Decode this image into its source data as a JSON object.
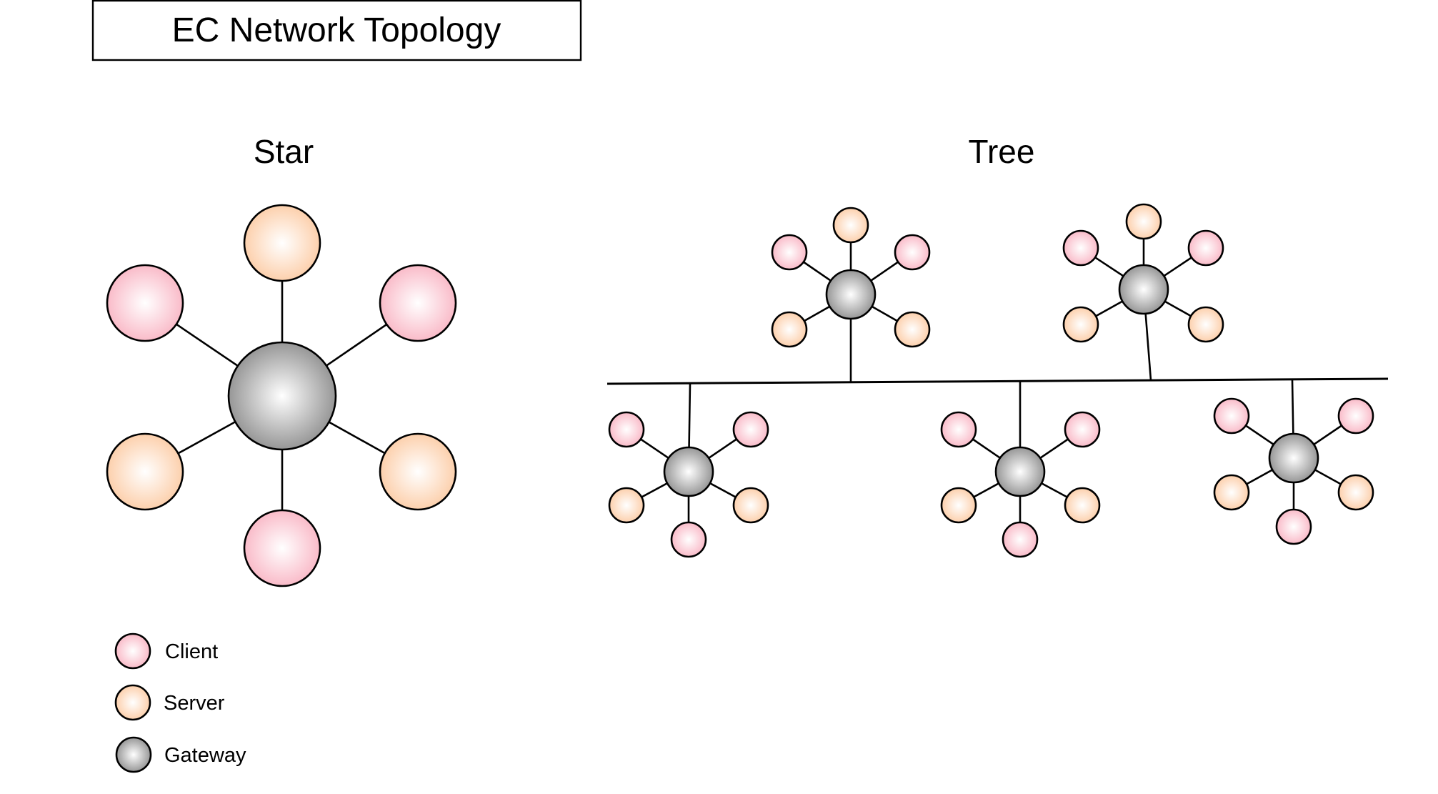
{
  "title": "EC Network Topology",
  "sections": {
    "star": {
      "label": "Star"
    },
    "tree": {
      "label": "Tree"
    }
  },
  "legend": [
    {
      "type": "client",
      "label": "Client"
    },
    {
      "type": "server",
      "label": "Server"
    },
    {
      "type": "gateway",
      "label": "Gateway"
    }
  ],
  "node_types": {
    "client": {
      "fill": "#f9b4c3",
      "highlight": "#ffffff"
    },
    "server": {
      "fill": "#fccba4",
      "highlight": "#ffffff"
    },
    "gateway": {
      "fill": "#8c8c8c",
      "highlight": "#ffffff"
    }
  },
  "star_topology": {
    "hub": "gateway",
    "spokes": [
      "server",
      "client",
      "server",
      "client",
      "server",
      "client"
    ]
  },
  "tree_topology": {
    "clusters": [
      {
        "level": "upper",
        "leaves": [
          "server",
          "client",
          "server",
          "client"
        ],
        "extra_leaf": "server"
      },
      {
        "level": "upper",
        "leaves": [
          "server",
          "client",
          "server",
          "client"
        ],
        "extra_leaf": "server"
      },
      {
        "level": "lower",
        "leaves": [
          "client",
          "server",
          "client",
          "server"
        ],
        "extra_leaf": "client"
      },
      {
        "level": "lower",
        "leaves": [
          "client",
          "server",
          "client",
          "server"
        ],
        "extra_leaf": "client"
      },
      {
        "level": "lower",
        "leaves": [
          "client",
          "server",
          "client",
          "server"
        ],
        "extra_leaf": "client"
      }
    ]
  }
}
